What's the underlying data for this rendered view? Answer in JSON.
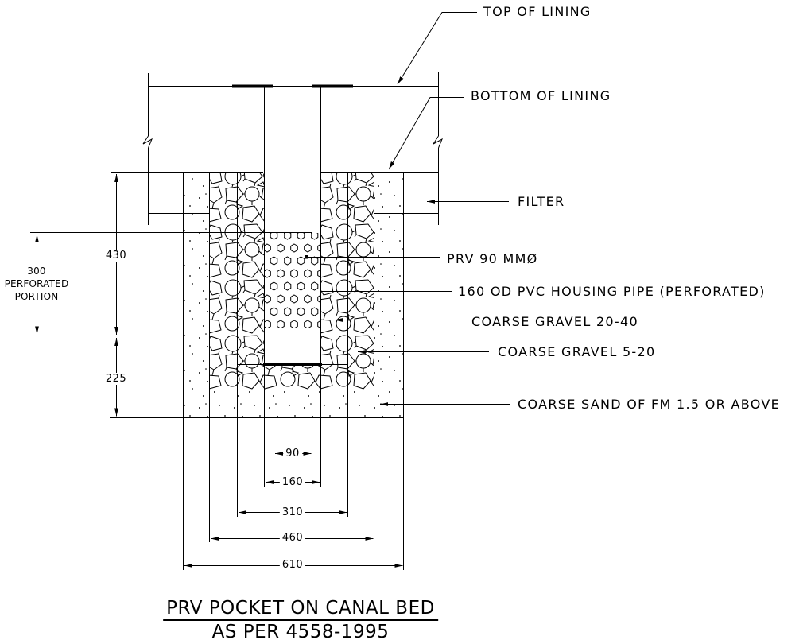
{
  "sheet": {
    "background": "#ffffff",
    "ink": "#000000",
    "title": {
      "line1": "PRV POCKET ON CANAL BED",
      "line2": "AS PER 4558-1995"
    },
    "callouts": {
      "top_of_lining": "TOP OF LINING",
      "bottom_of_lining": "BOTTOM OF LINING",
      "filter": "FILTER",
      "prv": "PRV 90 MMØ",
      "housing_pipe": "160 OD PVC HOUSING PIPE (PERFORATED)",
      "gravel_20_40": "COARSE GRAVEL 20-40",
      "gravel_5_20": "COARSE GRAVEL 5-20",
      "coarse_sand": "COARSE SAND OF FM 1.5 OR ABOVE"
    },
    "dimensions": {
      "horizontal": {
        "prv_bore": "90",
        "pipe_od": "160",
        "gravel_20_40_width": "310",
        "gravel_5_20_width": "460",
        "pocket_width": "610"
      },
      "vertical": {
        "pocket_upper_depth": "430",
        "pocket_lower_depth": "225",
        "perforated_length": "300",
        "perforated_word1": "PERFORATED",
        "perforated_word2": "PORTION"
      }
    }
  }
}
